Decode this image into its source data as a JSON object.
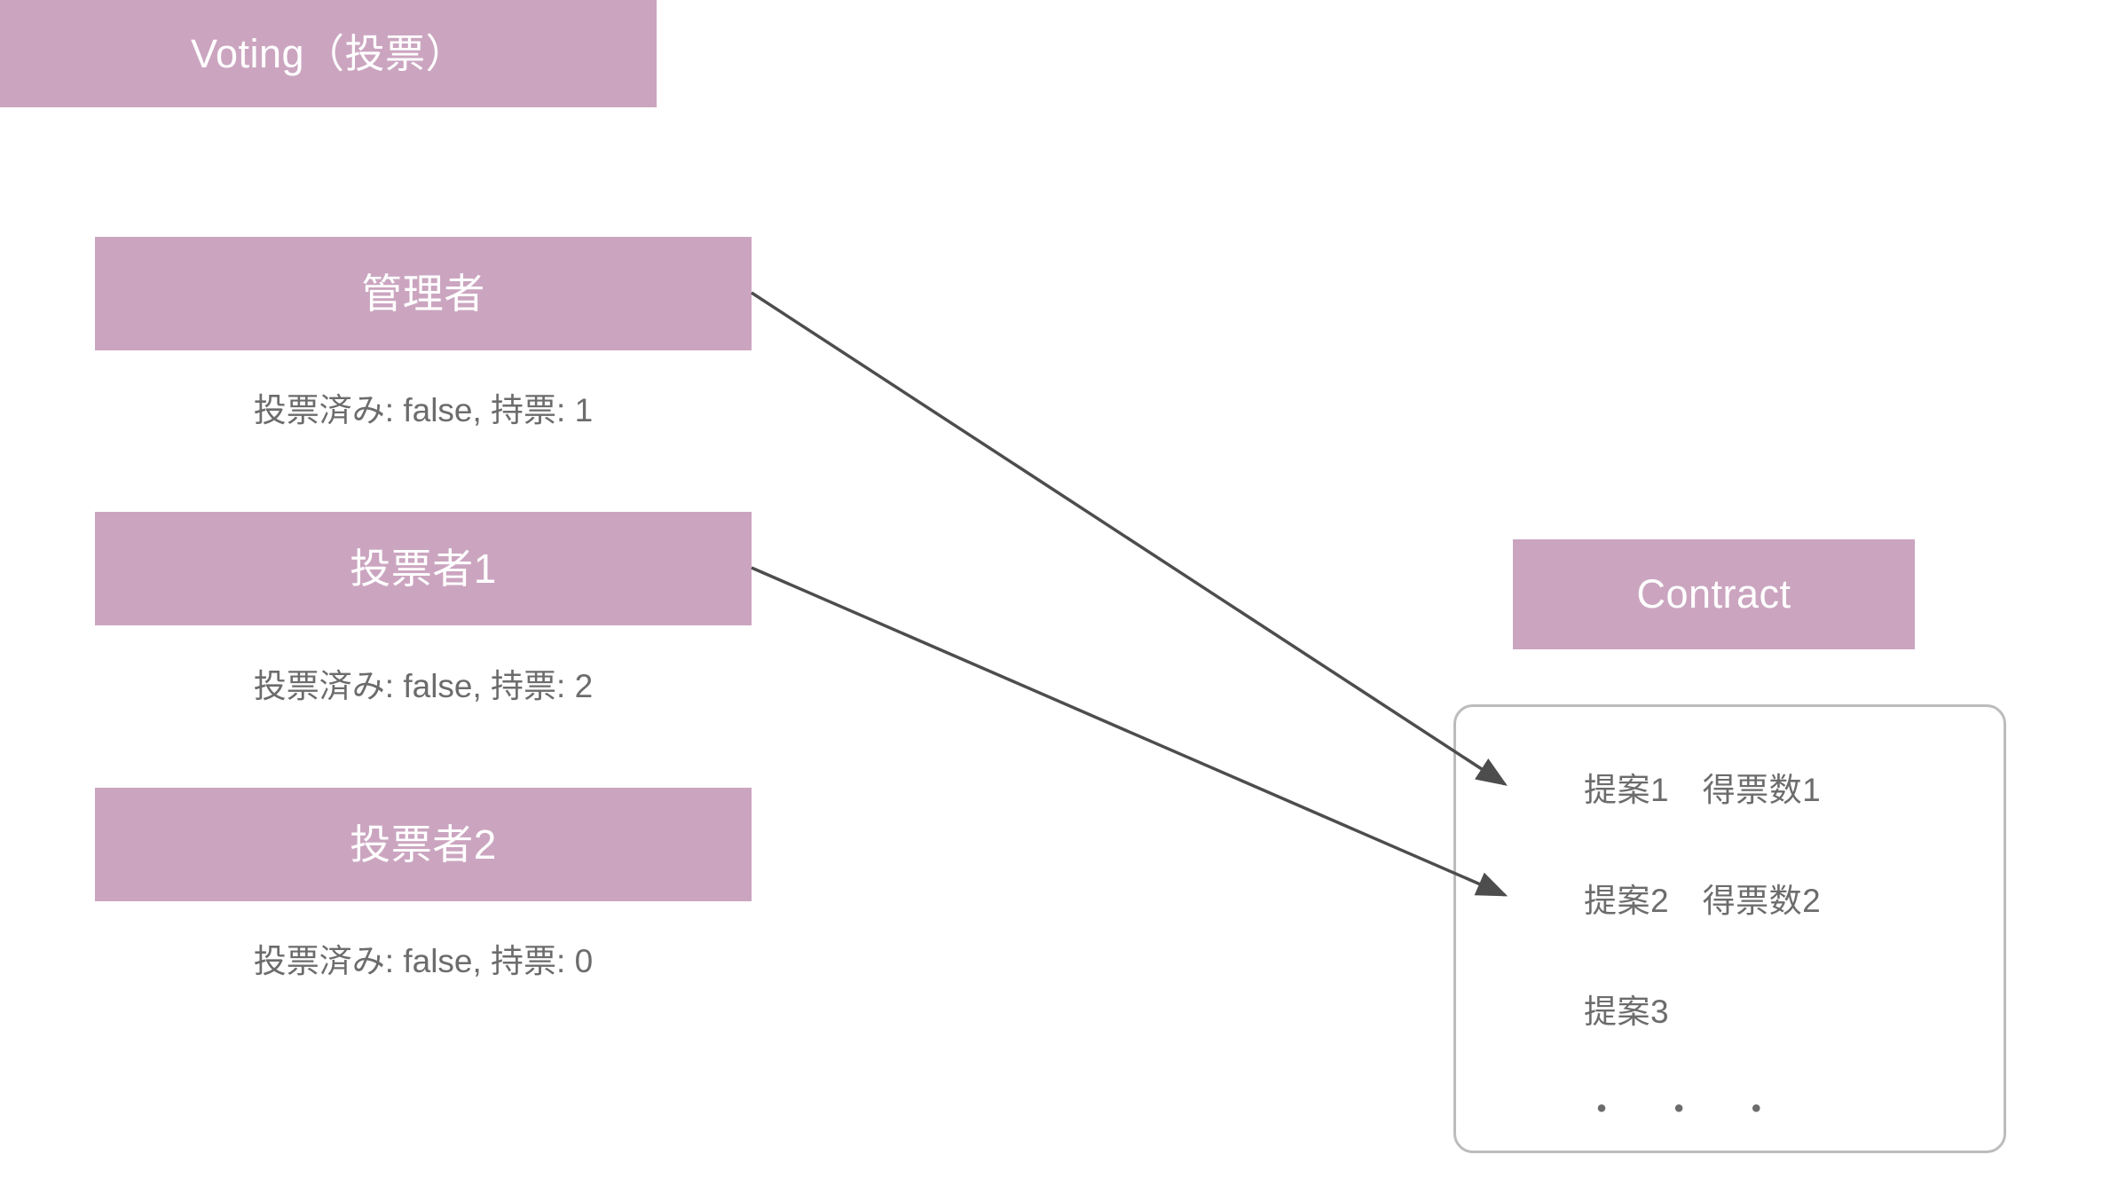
{
  "diagram": {
    "title": "Voting（投票）",
    "background_color": "#ffffff",
    "accent_color": "#cba5c0",
    "text_on_accent_color": "#ffffff",
    "caption_color": "#6c6c6c",
    "panel_border_color": "#bcbcbc",
    "arrow_color": "#4d4d4d"
  },
  "actors": [
    {
      "label": "管理者",
      "caption": "投票済み: false, 持票: 1",
      "voted": "false",
      "weight": "1"
    },
    {
      "label": "投票者1",
      "caption": "投票済み: false, 持票: 2",
      "voted": "false",
      "weight": "2"
    },
    {
      "label": "投票者2",
      "caption": "投票済み: false, 持票: 0",
      "voted": "false",
      "weight": "0"
    }
  ],
  "contract": {
    "label": "Contract",
    "rows": [
      "提案1　得票数1",
      "提案2　得票数2",
      "提案3",
      "・ ・ ・"
    ]
  },
  "connections": [
    {
      "from": "管理者",
      "to": "提案1　得票数1"
    },
    {
      "from": "投票者1",
      "to": "提案2　得票数2"
    }
  ]
}
